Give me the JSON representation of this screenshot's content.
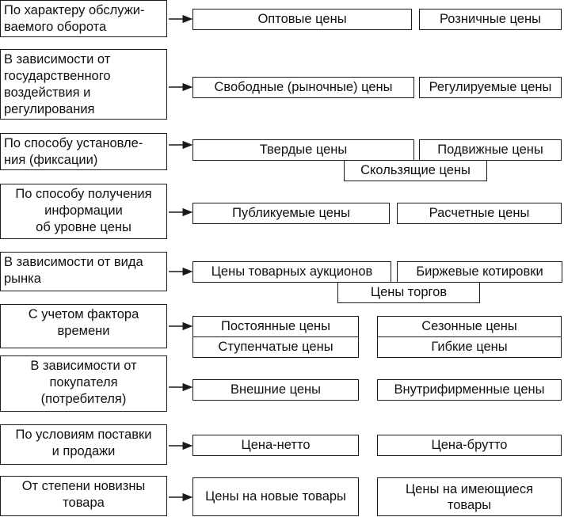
{
  "rows": [
    {
      "criterion": [
        "По характеру обслужи-",
        "ваемого оборота"
      ],
      "categories": [
        "Оптовые цены",
        "Розничные цены"
      ]
    },
    {
      "criterion": [
        "В зависимости от",
        "государственного",
        "воздействия и",
        "регулирования"
      ],
      "categories": [
        "Свободные (рыночные) цены",
        "Регулируемые цены"
      ]
    },
    {
      "criterion": [
        "По способу установле-",
        "ния (фиксации)"
      ],
      "categories": [
        "Твердые цены",
        "Подвижные цены",
        "Скользящие цены"
      ]
    },
    {
      "criterion": [
        "По способу получения",
        "информации",
        "об уровне цены"
      ],
      "categories": [
        "Публикуемые цены",
        "Расчетные цены"
      ]
    },
    {
      "criterion": [
        "В зависимости от вида",
        "рынка"
      ],
      "categories": [
        "Цены товарных аукционов",
        "Биржевые котировки",
        "Цены торгов"
      ]
    },
    {
      "criterion": [
        "С учетом фактора",
        "времени"
      ],
      "categories": [
        "Постоянные цены",
        "Сезонные цены",
        "Ступенчатые цены",
        "Гибкие цены"
      ]
    },
    {
      "criterion": [
        "В зависимости от",
        "покупателя",
        "(потребителя)"
      ],
      "categories": [
        "Внешние цены",
        "Внутрифирменные цены"
      ]
    },
    {
      "criterion": [
        "По условиям поставки",
        "и продажи"
      ],
      "categories": [
        "Цена-нетто",
        "Цена-брутто"
      ]
    },
    {
      "criterion": [
        "От степени новизны",
        "товара"
      ],
      "categories": [
        "Цены на новые товары",
        "Цены на имеющиеся",
        "товары"
      ]
    }
  ]
}
